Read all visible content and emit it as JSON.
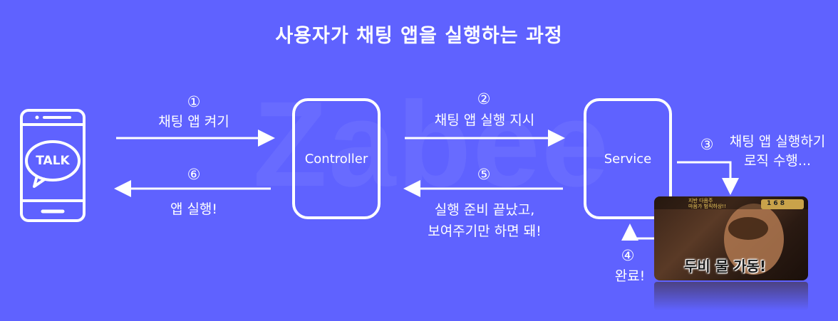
{
  "title": "사용자가 채팅 앱을 실행하는 과정",
  "watermark": "Zabee",
  "phone": {
    "app_label": "TALK"
  },
  "nodes": {
    "controller": "Controller",
    "service": "Service"
  },
  "steps": [
    {
      "num": "①",
      "label": "채팅 앱 켜기"
    },
    {
      "num": "②",
      "label": "채팅 앱 실행 지시"
    },
    {
      "num": "③",
      "label_line1": "채팅 앱 실행하기",
      "label_line2": "로직 수행..."
    },
    {
      "num": "④",
      "label": "완료!"
    },
    {
      "num": "⑤",
      "label_line1": "실행 준비 끝났고,",
      "label_line2": "보여주기만 하면 돼!"
    },
    {
      "num": "⑥",
      "label": "앱 실행!"
    }
  ],
  "screenshot": {
    "top_text_line1": "지반 다음주",
    "top_text_line2": "마음가 범직하상!!",
    "score": "1 6 8",
    "caption": "두비 물 가동!"
  }
}
